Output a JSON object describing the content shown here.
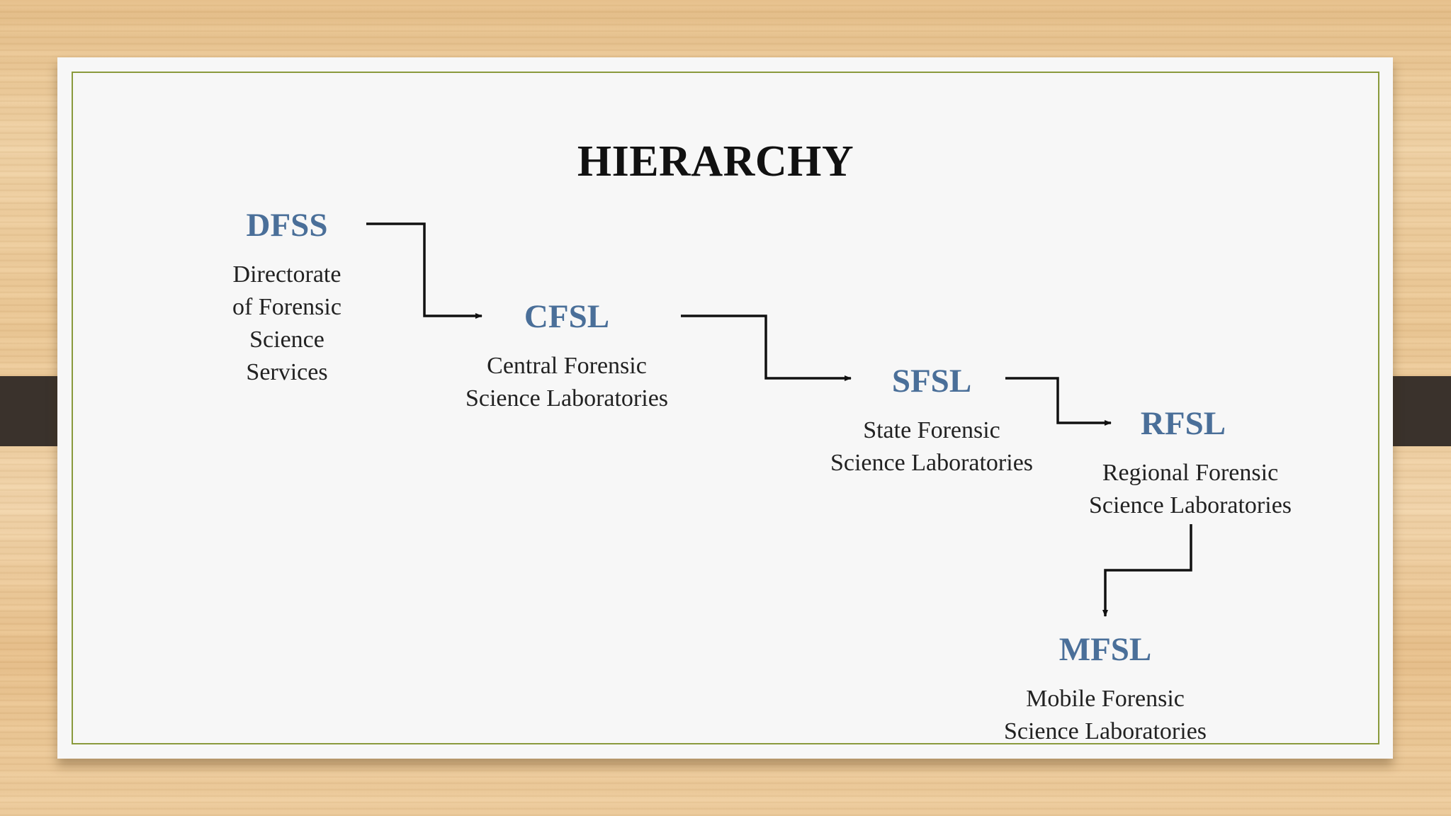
{
  "slide": {
    "title": "HIERARCHY"
  },
  "nodes": [
    {
      "id": "dfss",
      "abbr": "DFSS",
      "lines": [
        "Directorate",
        "of Forensic",
        "Science",
        "Services"
      ]
    },
    {
      "id": "cfsl",
      "abbr": "CFSL",
      "lines": [
        "Central Forensic",
        "Science Laboratories"
      ]
    },
    {
      "id": "sfsl",
      "abbr": "SFSL",
      "lines": [
        "State Forensic",
        "Science Laboratories"
      ]
    },
    {
      "id": "rfsl",
      "abbr": "RFSL",
      "lines": [
        "Regional Forensic",
        "Science Laboratories"
      ]
    },
    {
      "id": "mfsl",
      "abbr": "MFSL",
      "lines": [
        "Mobile Forensic",
        "Science Laboratories"
      ]
    }
  ],
  "edges": [
    {
      "from": "dfss",
      "to": "cfsl"
    },
    {
      "from": "cfsl",
      "to": "sfsl"
    },
    {
      "from": "sfsl",
      "to": "rfsl"
    },
    {
      "from": "rfsl",
      "to": "mfsl"
    }
  ],
  "colors": {
    "abbr_text": "#4a6f99",
    "body_text": "#222222",
    "title_text": "#111111",
    "border": "#8a9a3c",
    "slide_bg": "#f7f7f7"
  }
}
